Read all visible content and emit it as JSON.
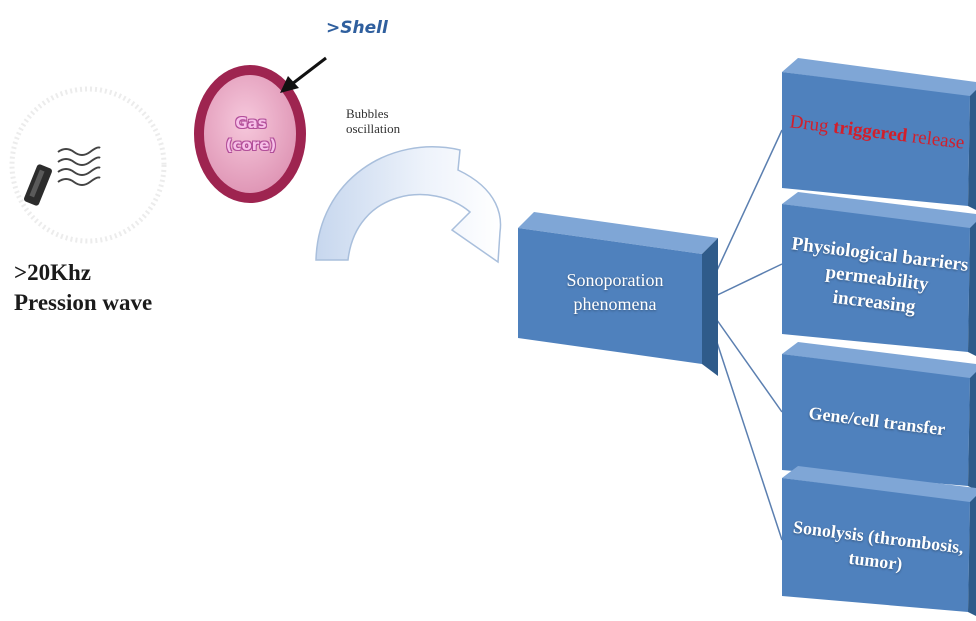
{
  "shell_label": ">Shell",
  "gas_label": "Gas (core)",
  "oscillation_label": "Bubbles oscillation",
  "wave_label_line1": ">20Khz",
  "wave_label_line2": "Pression wave",
  "center_node": "Sonoporation phenomena",
  "outcomes": [
    {
      "prefix": "Drug ",
      "emphasis": "triggered",
      "suffix": " release"
    },
    {
      "label": "Physiological barriers permeability increasing"
    },
    {
      "label": "Gene/cell transfer"
    },
    {
      "label": "Sonolysis (thrombosis, tumor)"
    }
  ],
  "colors": {
    "box_fill": "#4f81bd",
    "box_side": "#2f5b8a",
    "bubble_shell": "#9e2450",
    "bubble_core": "#e9a9c4",
    "drug_text": "#d21f2b",
    "shell_text": "#2f5f9e"
  }
}
